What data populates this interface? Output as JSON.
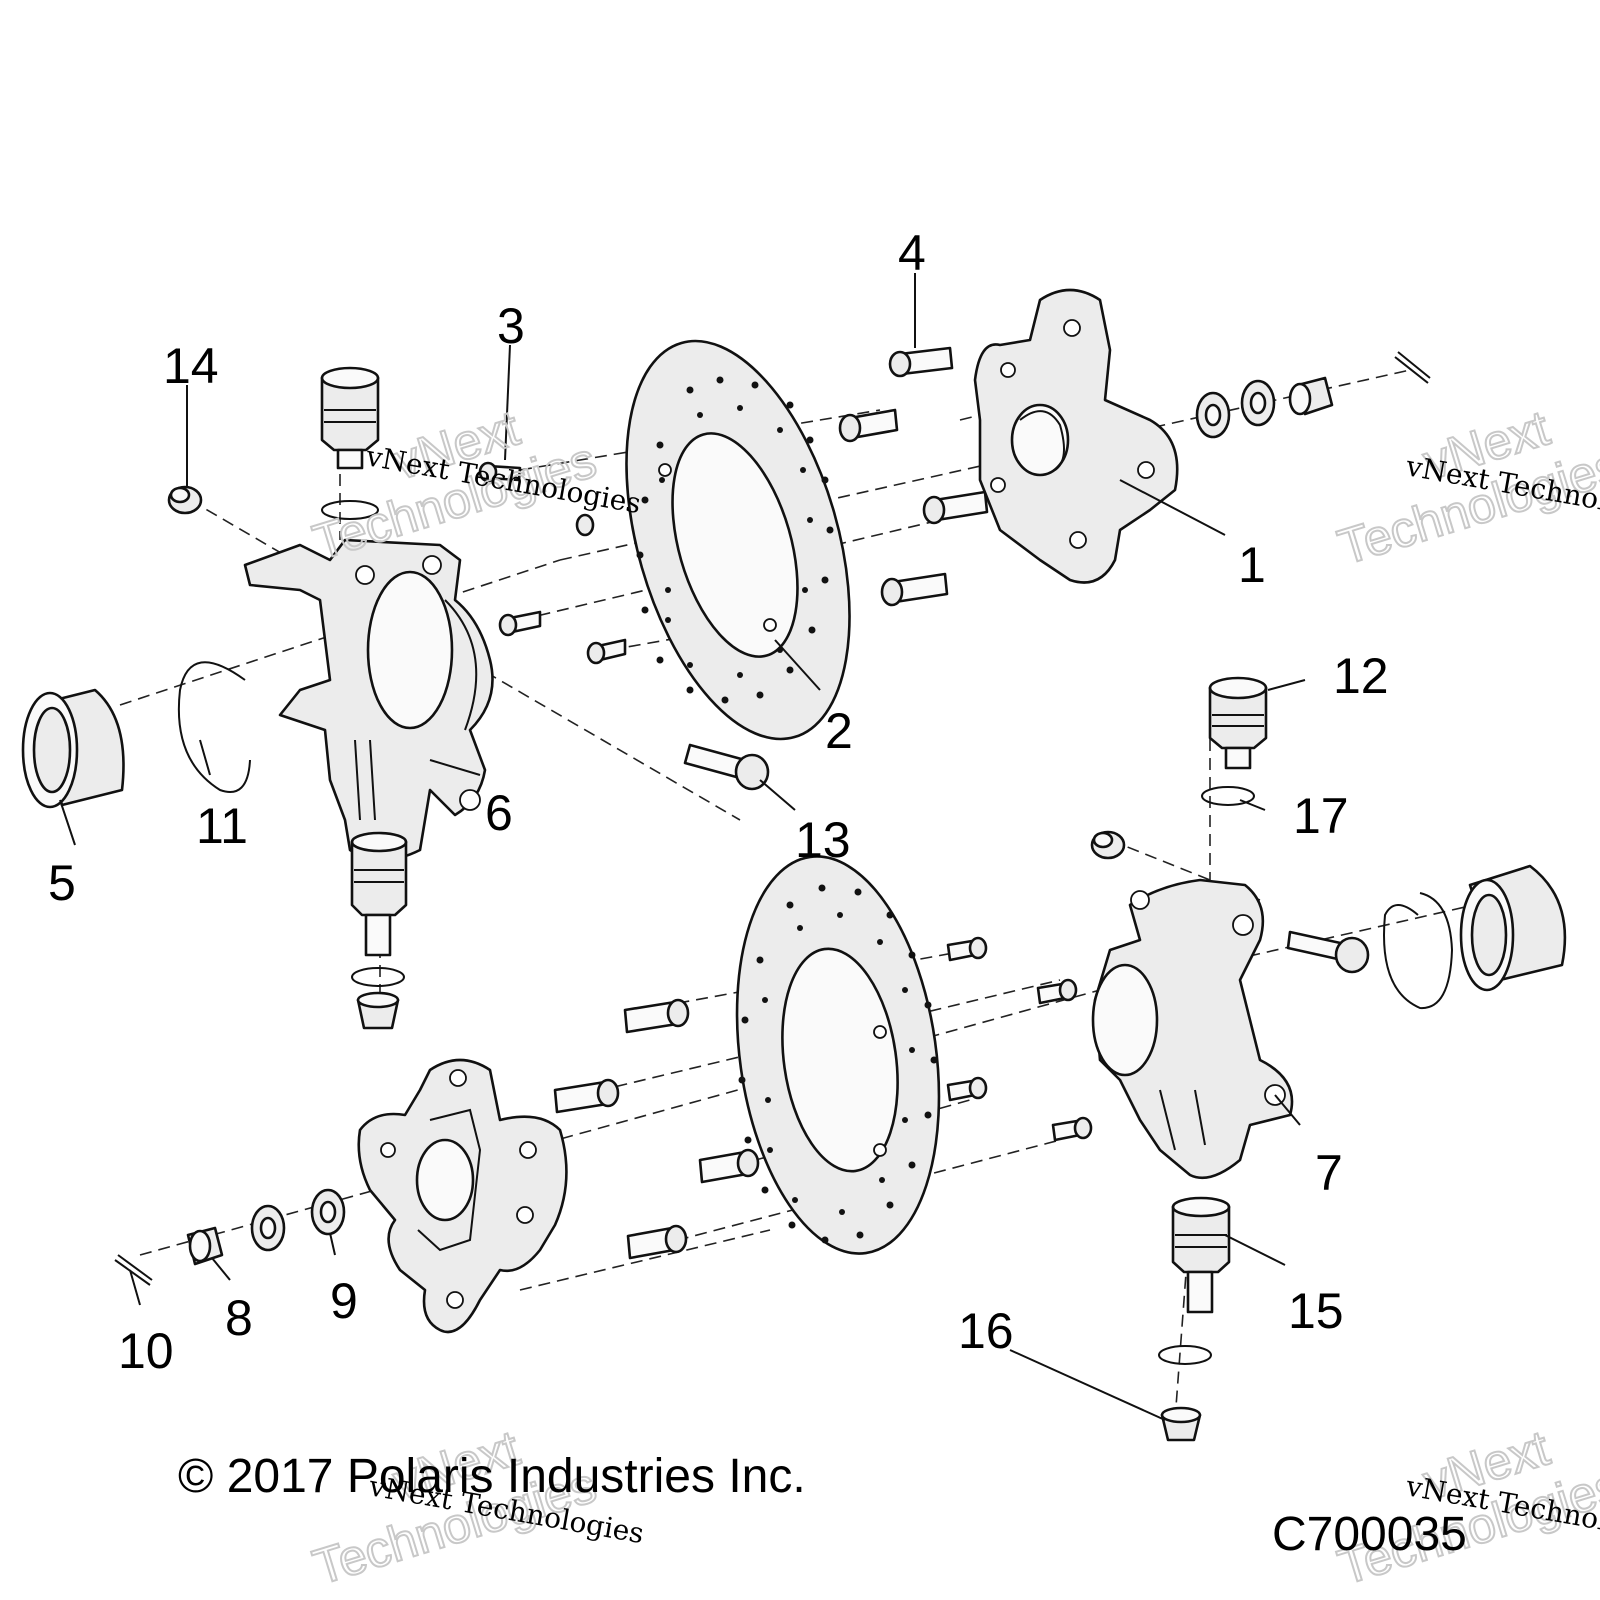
{
  "callouts": [
    {
      "id": "1",
      "text": "1"
    },
    {
      "id": "2",
      "text": "2"
    },
    {
      "id": "3",
      "text": "3"
    },
    {
      "id": "4",
      "text": "4"
    },
    {
      "id": "5",
      "text": "5"
    },
    {
      "id": "6",
      "text": "6"
    },
    {
      "id": "7",
      "text": "7"
    },
    {
      "id": "8",
      "text": "8"
    },
    {
      "id": "9",
      "text": "9"
    },
    {
      "id": "10",
      "text": "10"
    },
    {
      "id": "11",
      "text": "11"
    },
    {
      "id": "12",
      "text": "12"
    },
    {
      "id": "13",
      "text": "13"
    },
    {
      "id": "14",
      "text": "14"
    },
    {
      "id": "15",
      "text": "15"
    },
    {
      "id": "16",
      "text": "16"
    },
    {
      "id": "17",
      "text": "17"
    }
  ],
  "copyright": "© 2017 Polaris Industries Inc.",
  "diagram_code": "C700035",
  "watermark": {
    "line1": "vNext Technologies",
    "word1": "vNext",
    "word2": "Technologies"
  }
}
